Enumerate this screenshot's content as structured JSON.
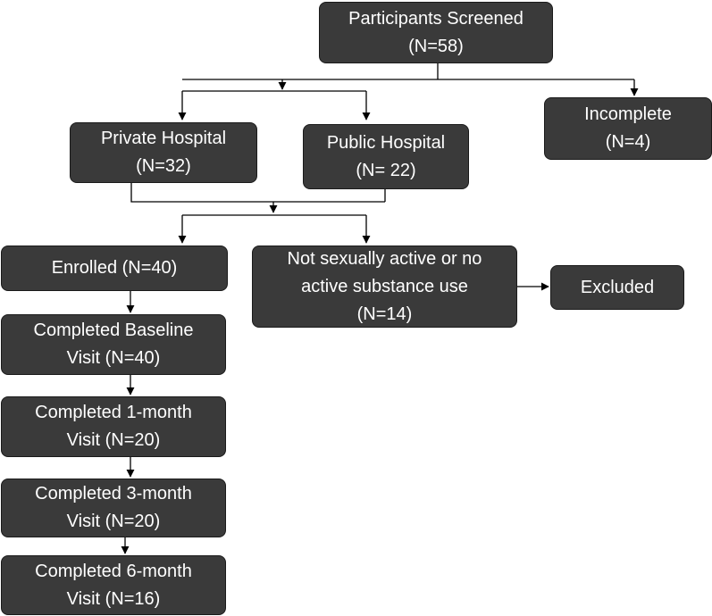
{
  "nodes": {
    "screened": {
      "line1": "Participants Screened",
      "line2": "(N=58)"
    },
    "incomplete": {
      "line1": "Incomplete",
      "line2": "(N=4)"
    },
    "private": {
      "line1": "Private Hospital",
      "line2": "(N=32)"
    },
    "public": {
      "line1": "Public Hospital",
      "line2": "(N= 22)"
    },
    "enrolled": {
      "line1": "Enrolled (N=40)"
    },
    "notactive": {
      "line1": "Not sexually active or no",
      "line2": "active substance use",
      "line3": "(N=14)"
    },
    "excluded": {
      "line1": "Excluded"
    },
    "baseline": {
      "line1": "Completed Baseline",
      "line2": "Visit (N=40)"
    },
    "month1": {
      "line1": "Completed 1-month",
      "line2": "Visit (N=20)"
    },
    "month3": {
      "line1": "Completed 3-month",
      "line2": "Visit (N=20)"
    },
    "month6": {
      "line1": "Completed 6-month",
      "line2": "Visit (N=16)"
    }
  },
  "colors": {
    "box_fill": "#3a3a3a",
    "box_text": "#ffffff",
    "connector": "#000000"
  }
}
